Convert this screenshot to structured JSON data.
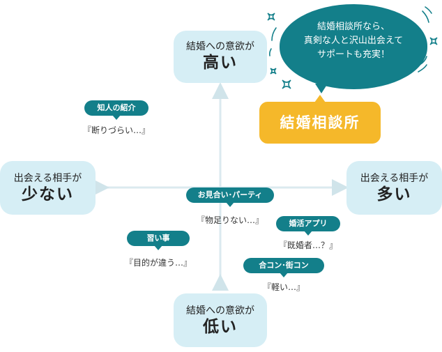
{
  "poles": {
    "top": {
      "line1": "結婚への意欲が",
      "line2": "高い"
    },
    "bottom": {
      "line1": "結婚への意欲が",
      "line2": "低い"
    },
    "left": {
      "line1": "出会える相手が",
      "line2": "少ない"
    },
    "right": {
      "line1": "出会える相手が",
      "line2": "多い"
    }
  },
  "items": [
    {
      "tag": "知人の紹介",
      "quote": "『断りづらい…』"
    },
    {
      "tag": "お見合い･パーティ",
      "quote": "『物足りない…』"
    },
    {
      "tag": "婚活アプリ",
      "quote": "『既婚者…？』"
    },
    {
      "tag": "習い事",
      "quote": "『目的が違う…』"
    },
    {
      "tag": "合コン･街コン",
      "quote": "『軽い…』"
    }
  ],
  "highlight": {
    "label": "結婚相談所",
    "bubble_lines": [
      "結婚相談所なら、",
      "真剣な人と沢山出会えて",
      "サポートも充実！"
    ]
  },
  "colors": {
    "pole_bg": "#d6eef5",
    "tag_bg": "#137f8a",
    "highlight_bg": "#f5b82a",
    "axis": "#d8e9ee"
  }
}
